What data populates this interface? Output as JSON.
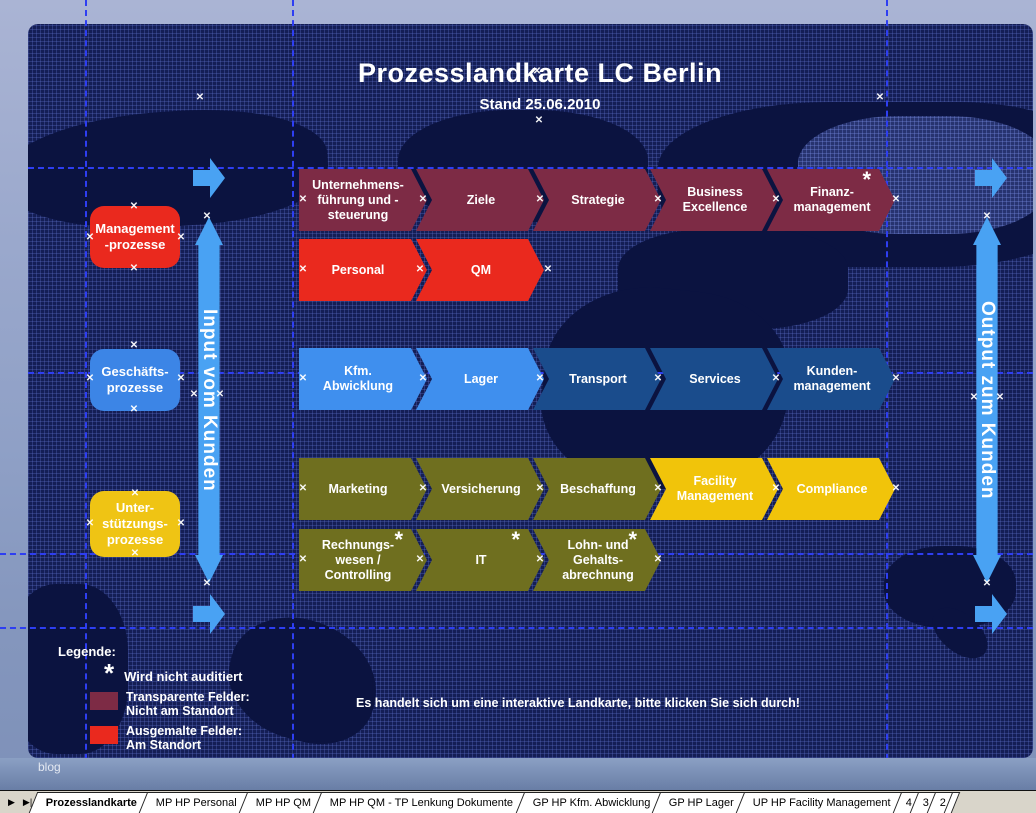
{
  "header": {
    "title": "Prozesslandkarte LC Berlin",
    "subtitle": "Stand 25.06.2010"
  },
  "side_labels": {
    "input_arrow": "Input vom Kunden",
    "output_arrow": "Output zum Kunden",
    "arrow_color": "#49a2f3"
  },
  "categories": [
    {
      "id": "management",
      "label": "Management\n-prozesse",
      "color": "#ea291e"
    },
    {
      "id": "geschaefts",
      "label": "Geschäfts-\nprozesse",
      "color": "#3c85e6"
    },
    {
      "id": "unterstuetzungs",
      "label": "Unter-\nstützungs-\nprozesse",
      "color": "#efc414"
    }
  ],
  "process_rows": [
    {
      "name": "management-row-1",
      "segments": [
        {
          "label": "Unternehmens-\nführung und -\nsteuerung",
          "color": "#7d2b45"
        },
        {
          "label": "Ziele",
          "color": "#7d2b45"
        },
        {
          "label": "Strategie",
          "color": "#7d2b45"
        },
        {
          "label": "Business\nExcellence",
          "color": "#7d2b45"
        },
        {
          "label": "Finanz-\nmanagement",
          "color": "#7d2b45",
          "asterisk": true
        }
      ]
    },
    {
      "name": "management-row-2",
      "segments": [
        {
          "label": "Personal",
          "color": "#ea291e"
        },
        {
          "label": "QM",
          "color": "#ea291e"
        }
      ]
    },
    {
      "name": "business-row",
      "segments": [
        {
          "label": "Kfm.\nAbwicklung",
          "color": "#3f8fee"
        },
        {
          "label": "Lager",
          "color": "#3f8fee"
        },
        {
          "label": "Transport",
          "color": "#1a4c8c"
        },
        {
          "label": "Services",
          "color": "#1a4c8c"
        },
        {
          "label": "Kunden-\nmanagement",
          "color": "#1a4c8c"
        }
      ]
    },
    {
      "name": "support-row-1",
      "segments": [
        {
          "label": "Marketing",
          "color": "#6f6f1f"
        },
        {
          "label": "Versicherung",
          "color": "#6f6f1f"
        },
        {
          "label": "Beschaffung",
          "color": "#6f6f1f"
        },
        {
          "label": "Facility\nManagement",
          "color": "#f1c40a"
        },
        {
          "label": "Compliance",
          "color": "#f1c40a"
        }
      ]
    },
    {
      "name": "support-row-2",
      "segments": [
        {
          "label": "Rechnungs-\nwesen /\nControlling",
          "color": "#6f6f1f",
          "asterisk": true
        },
        {
          "label": "IT",
          "color": "#6f6f1f",
          "asterisk": true
        },
        {
          "label": "Lohn- und\nGehalts-\nabrechnung",
          "color": "#6f6f1f",
          "asterisk": true
        }
      ]
    }
  ],
  "legend": {
    "heading": "Legende:",
    "star_symbol": "*",
    "star_label": "Wird nicht auditiert",
    "items": [
      {
        "swatch": "#7d2b45",
        "label": "Transparente Felder:\nNicht am Standort"
      },
      {
        "swatch": "#ea291e",
        "label": "Ausgemalte Felder:\nAm Standort"
      }
    ]
  },
  "footer_note": "Es handelt sich um eine interaktive Landkarte, bitte klicken Sie sich durch!",
  "status_note": "blog",
  "icons": {
    "anchor_marker": "✕",
    "nav_next": "▶",
    "nav_last": "▶|"
  },
  "sheet_tabs": [
    {
      "label": "Prozesslandkarte",
      "active": true
    },
    {
      "label": "MP HP Personal"
    },
    {
      "label": "MP HP QM"
    },
    {
      "label": "MP HP QM - TP Lenkung Dokumente"
    },
    {
      "label": "GP HP Kfm. Abwicklung"
    },
    {
      "label": "GP HP Lager"
    },
    {
      "label": "UP HP Facility Management"
    },
    {
      "label": "4",
      "num": true
    },
    {
      "label": "3",
      "num": true
    },
    {
      "label": "2",
      "num": true
    }
  ]
}
